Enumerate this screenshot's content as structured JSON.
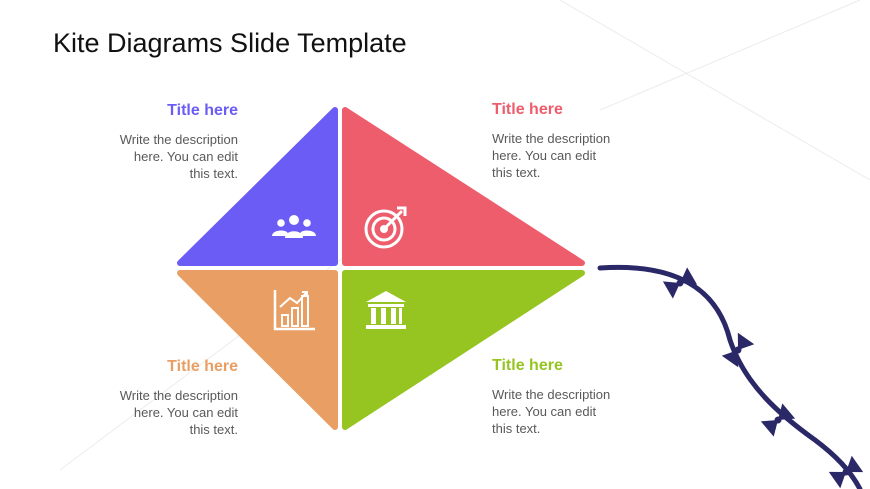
{
  "slide": {
    "title": "Kite Diagrams Slide Template"
  },
  "quadrants": [
    {
      "position": "top-left",
      "title": "Title here",
      "description_lines": [
        "Write the description",
        "here. You can edit",
        "this text."
      ],
      "color": "#6B5CF6",
      "icon": "people-icon"
    },
    {
      "position": "top-right",
      "title": "Title here",
      "description_lines": [
        "Write the description",
        "here. You can edit",
        "this text."
      ],
      "color": "#EE5D6C",
      "icon": "target-icon"
    },
    {
      "position": "bottom-left",
      "title": "Title here",
      "description_lines": [
        "Write the description",
        "here. You can edit",
        "this text."
      ],
      "color": "#E99E63",
      "icon": "growth-chart-icon"
    },
    {
      "position": "bottom-right",
      "title": "Title here",
      "description_lines": [
        "Write the description",
        "here. You can edit",
        "this text."
      ],
      "color": "#96C421",
      "icon": "bank-icon"
    }
  ],
  "kite_tail": {
    "color": "#2A2866",
    "icon": "bow-icon"
  }
}
